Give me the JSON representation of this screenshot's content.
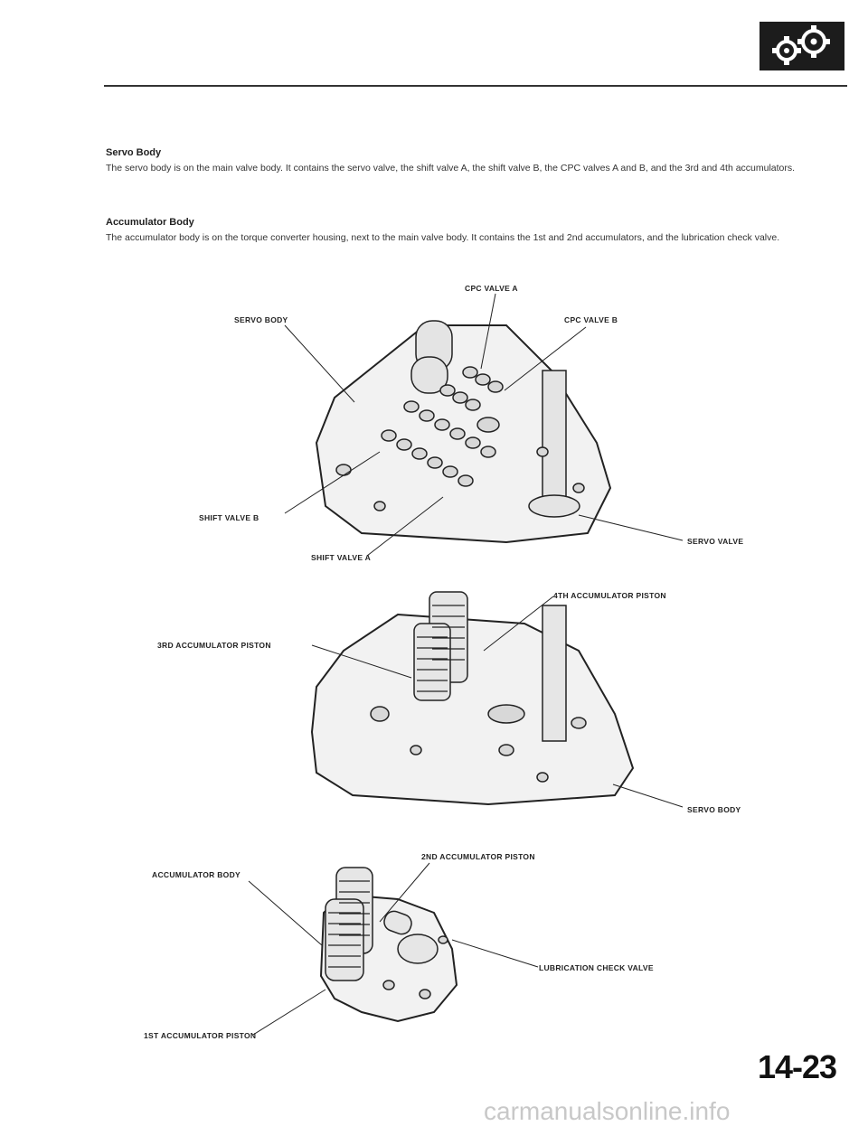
{
  "header": {
    "icon": "gears-icon"
  },
  "sections": [
    {
      "title": "Servo Body",
      "body": "The servo body is on the main valve body. It contains the servo valve, the shift valve A, the shift valve B, the CPC valves A and B, and the 3rd and 4th accumulators."
    },
    {
      "title": "Accumulator Body",
      "body": "The accumulator body is on the torque converter housing, next to the main valve body. It contains the 1st and 2nd accumulators, and the lubrication check valve."
    }
  ],
  "figure1": {
    "labels": {
      "cpc_valve_a": "CPC VALVE A",
      "servo_body": "SERVO BODY",
      "cpc_valve_b": "CPC VALVE B",
      "shift_valve_b": "SHIFT VALVE B",
      "servo_valve": "SERVO VALVE",
      "shift_valve_a": "SHIFT VALVE A"
    }
  },
  "figure2": {
    "labels": {
      "fourth_accumulator_piston": "4TH ACCUMULATOR PISTON",
      "third_accumulator_piston": "3RD ACCUMULATOR PISTON",
      "servo_body": "SERVO BODY"
    }
  },
  "figure3": {
    "labels": {
      "second_accumulator_piston": "2ND ACCUMULATOR PISTON",
      "accumulator_body": "ACCUMULATOR BODY",
      "lubrication_check_valve": "LUBRICATION CHECK VALVE",
      "first_accumulator_piston": "1ST ACCUMULATOR PISTON"
    }
  },
  "footer": {
    "page_number": "14-23",
    "watermark": "carmanualsonline.info"
  }
}
